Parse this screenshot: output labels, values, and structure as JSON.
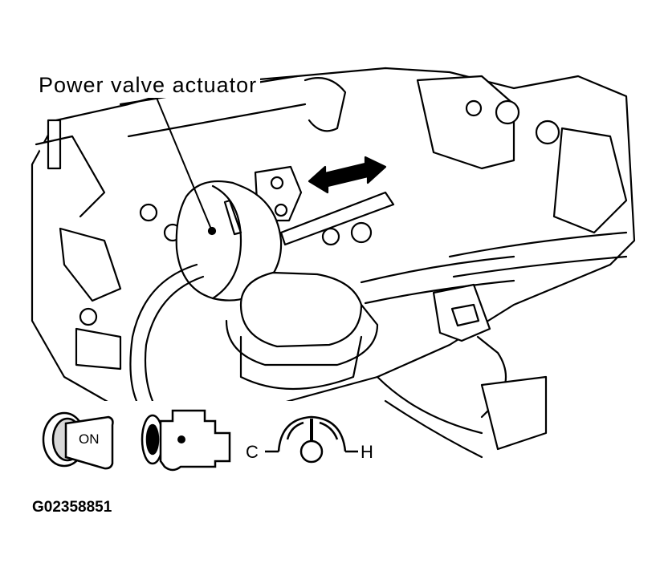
{
  "diagram": {
    "callout_label": "Power valve actuator",
    "figure_id": "G02358851",
    "ignition_key_label": "ON",
    "gauge": {
      "cold_label": "C",
      "hot_label": "H"
    }
  }
}
